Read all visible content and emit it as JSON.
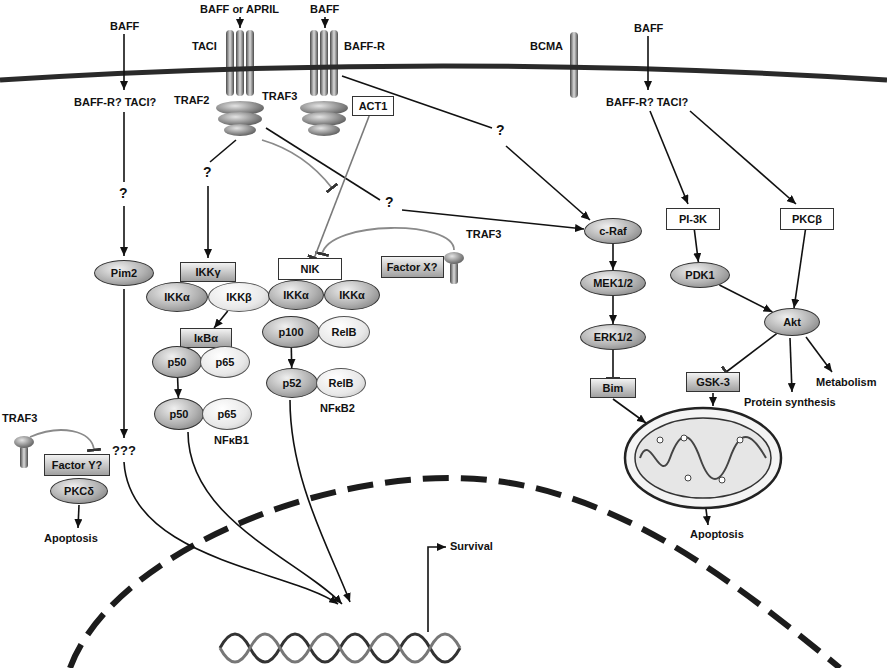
{
  "diagram": {
    "nodes": [
      {
        "text": [
          "ACT1"
        ]
      },
      {
        "text": [
          "Pim2"
        ]
      },
      {
        "text": [
          "IKKγ"
        ]
      },
      {
        "text": [
          "IKKα"
        ]
      },
      {
        "text": [
          "IKKβ"
        ]
      },
      {
        "text": [
          "NIK"
        ]
      },
      {
        "text": [
          "Factor X?"
        ]
      },
      {
        "text": [
          "IKKα"
        ]
      },
      {
        "text": [
          "IKKα"
        ]
      },
      {
        "text": [
          "p100"
        ]
      },
      {
        "text": [
          "RelB"
        ]
      },
      {
        "text": [
          "IκBα"
        ]
      },
      {
        "text": [
          "p50"
        ]
      },
      {
        "text": [
          "p65"
        ]
      },
      {
        "text": [
          "p50"
        ]
      },
      {
        "text": [
          "p65"
        ]
      },
      {
        "text": [
          "p52"
        ]
      },
      {
        "text": [
          "RelB"
        ]
      },
      {
        "text": [
          "c-Raf"
        ]
      },
      {
        "text": [
          "MEK1/2"
        ]
      },
      {
        "text": [
          "ERK1/2"
        ]
      },
      {
        "text": [
          "Bim"
        ]
      },
      {
        "text": [
          "PI-3K"
        ]
      },
      {
        "text": [
          "PKCβ"
        ]
      },
      {
        "text": [
          "PDK1"
        ]
      },
      {
        "text": [
          "Akt"
        ]
      },
      {
        "text": [
          "GSK-3"
        ]
      },
      {
        "text": [
          "Factor Y?"
        ]
      },
      {
        "text": [
          "PKCδ"
        ]
      }
    ],
    "edges": [
      {
        "from": 0,
        "to": 5,
        "arrow": "to"
      },
      {
        "from": 4,
        "to": 11,
        "arrow": "to"
      },
      {
        "from": 12,
        "to": 14,
        "arrow": "to"
      },
      {
        "from": 9,
        "to": 16,
        "arrow": "to"
      },
      {
        "from": 18,
        "to": 19,
        "arrow": "to"
      },
      {
        "from": 19,
        "to": 20,
        "arrow": "to"
      },
      {
        "from": 20,
        "to": 21,
        "arrow": "to"
      },
      {
        "from": 22,
        "to": 24,
        "arrow": "to"
      },
      {
        "from": 24,
        "to": 25,
        "arrow": "to"
      },
      {
        "from": 23,
        "to": 25,
        "arrow": "to"
      },
      {
        "from": 25,
        "to": 26,
        "arrow": "to"
      }
    ],
    "labels": [
      "BAFF",
      "BAFF or APRIL",
      "BAFF",
      "BAFF",
      "TACI",
      "BAFF-R",
      "BCMA",
      "TRAF2",
      "TRAF3",
      "BAFF-R? TACI?",
      "?",
      "?",
      "?",
      "?",
      "TRAF3",
      "BAFF-R? TACI?",
      "???",
      "TRAF3",
      "Apoptosis",
      "NFκB1",
      "NFκB2",
      "Metabolism",
      "Protein synthesis",
      "Apoptosis",
      "Survival"
    ]
  }
}
